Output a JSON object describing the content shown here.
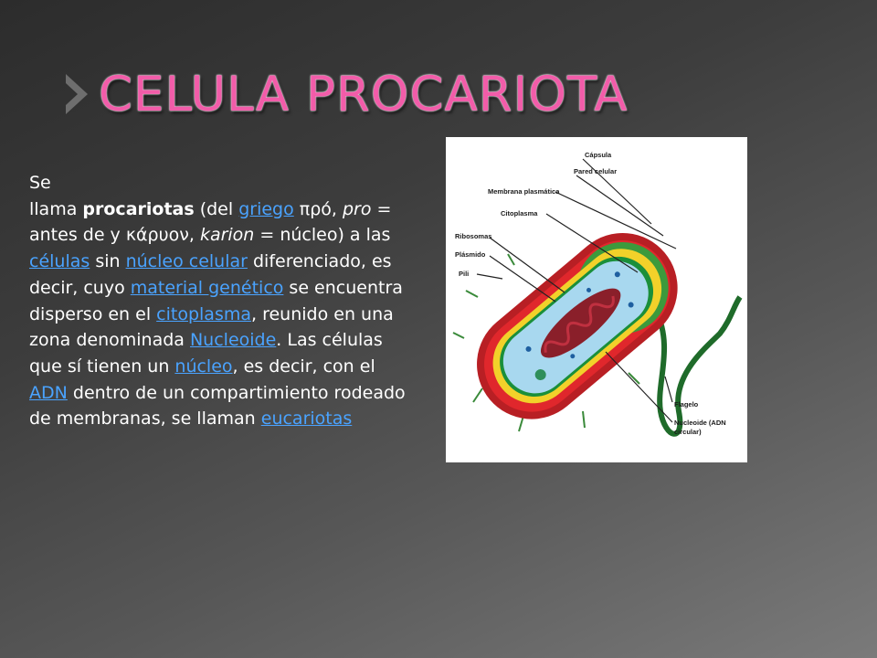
{
  "slide": {
    "title": "CELULA PROCARIOTA",
    "colors": {
      "title": "#f25ca9",
      "link": "#4aa3ff",
      "text": "#ffffff"
    },
    "chevron_icon": "chevron-right-icon"
  },
  "paragraph": {
    "t1": "Se",
    "t2": "llama ",
    "b1": "procariotas",
    "t3": " (del ",
    "l1": "griego",
    "t4": " πρό, ",
    "i1": "pro",
    "t5": " = antes de y κάρυον, ",
    "i2": "karion",
    "t6": " = núcleo) a las ",
    "l2": "células",
    "t7": " sin ",
    "l3": "núcleo celular",
    "t8": " diferenciado, es decir, cuyo ",
    "l4": "material genético",
    "t9": " se encuentra disperso en el ",
    "l5": "citoplasma",
    "t10": ", reunido en una zona denominada ",
    "l6": "Nucleoide",
    "t11": ". Las células que sí tienen un ",
    "l7": "núcleo",
    "t12": ", es decir, con el ",
    "l8": "ADN",
    "t13": " dentro de un compartimiento rodeado de membranas, se llaman ",
    "l9": "eucariotas"
  },
  "figure": {
    "labels": {
      "capsula": "Cápsula",
      "pared": "Pared celular",
      "membrana": "Membrana plasmática",
      "citoplasma": "Citoplasma",
      "ribosomas": "Ribosomas",
      "plasmido": "Plásmido",
      "pili": "Pili",
      "flagelo": "Flagelo",
      "nucleoide_1": "Nucleoide (ADN",
      "nucleoide_2": "circular)"
    }
  }
}
